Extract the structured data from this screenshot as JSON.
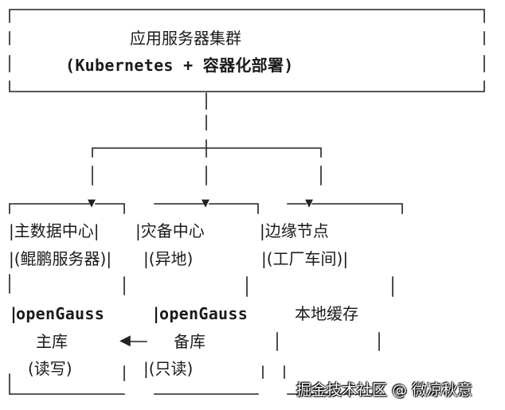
{
  "top_box": {
    "title": "应用服务器集群",
    "subtitle": "(Kubernetes + 容器化部署)"
  },
  "primary_dc": {
    "title_line": "|主数据中心|",
    "detail_line": "|(鲲鹏服务器)|",
    "db_name": "openGauss",
    "db_role": "主库",
    "db_mode": "(读写)"
  },
  "dr_dc": {
    "title_line": "|灾备中心",
    "detail_line": "|(异地)",
    "db_name": "openGauss",
    "db_role": "备库",
    "db_mode": "|(只读)"
  },
  "edge_node": {
    "title_line": "|边缘节点",
    "detail_line": "|(工厂车间)|",
    "cache": "本地缓存"
  },
  "watermark": "掘金技术社区 @ 微凉秋意"
}
